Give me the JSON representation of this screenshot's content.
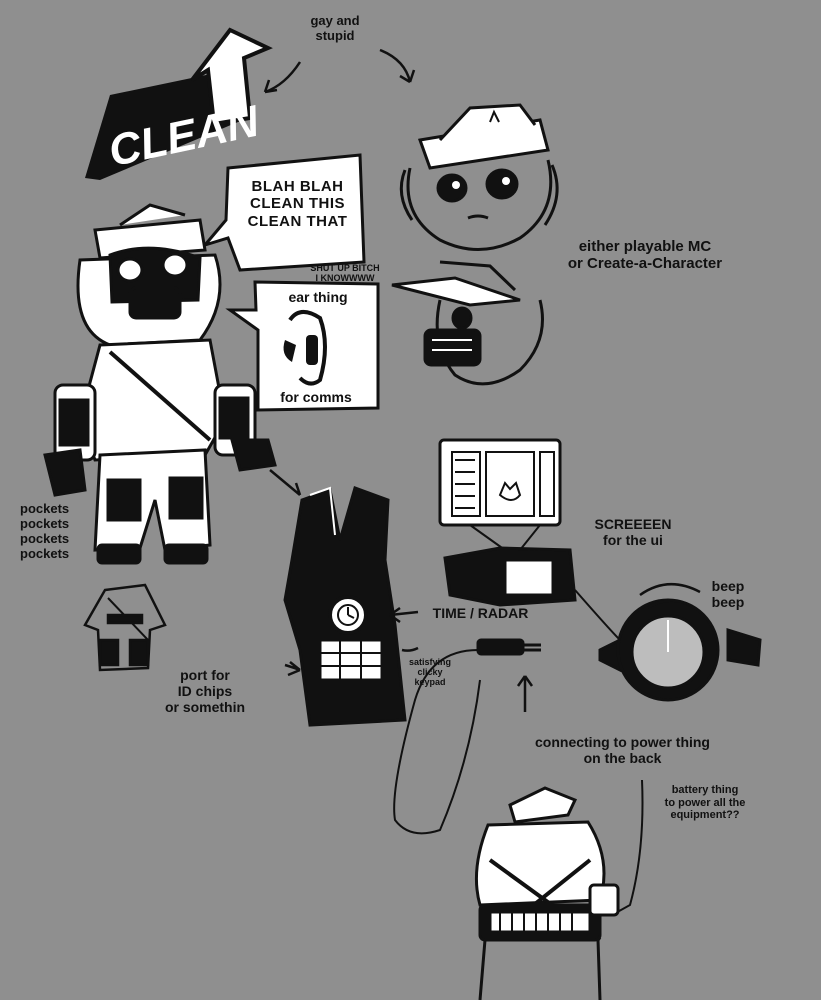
{
  "canvas": {
    "background": "#8f8f8f",
    "ink": "#111111",
    "paper": "#ffffff"
  },
  "logo": {
    "text": "CLEAN"
  },
  "notes": {
    "gay_stupid": "gay and\nstupid",
    "blah": "BLAH BLAH\nCLEAN THIS\nCLEAN THAT",
    "shut_up": "SHUT UP BITCH\nI KNOWWWW",
    "ear_thing": "ear thing",
    "for_comms": "for comms",
    "playable": "either playable MC\nor Create-a-Character",
    "pockets": "pockets\npockets\npockets\npockets",
    "screen": "SCREEEEN\nfor the ui",
    "beep": "beep\nbeep",
    "time_radar": "TIME / RADAR",
    "keypad": "satisfying\nclicky\nkeypad",
    "port": "port for\nID chips\nor somethin",
    "power": "connecting to power thing\non the back",
    "battery": "battery thing\nto power all the\nequipment??"
  }
}
